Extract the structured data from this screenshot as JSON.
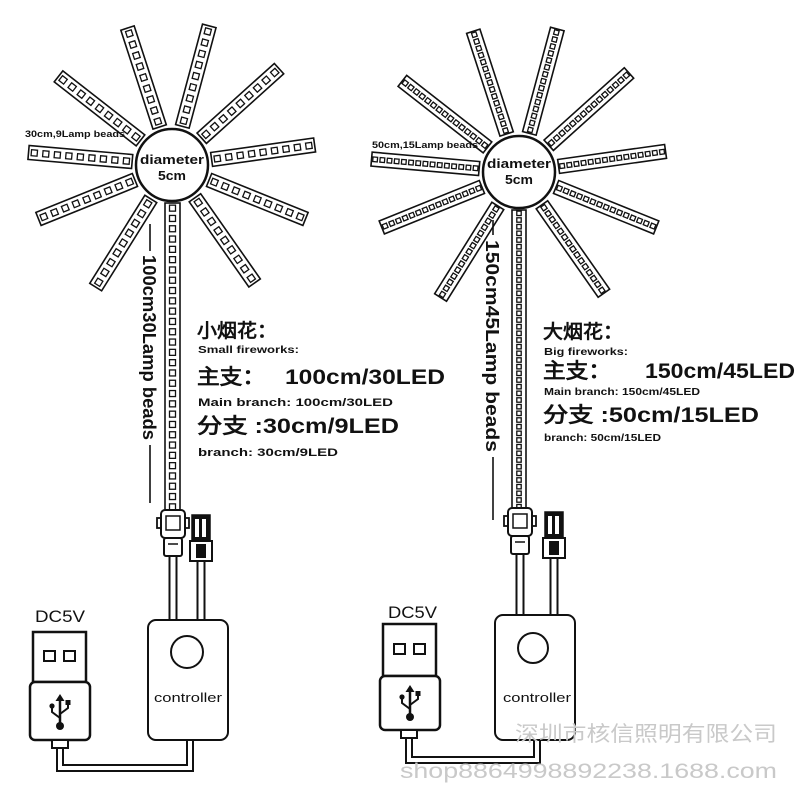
{
  "small_firework": {
    "branch_label": "30cm,9Lamp beads",
    "diameter_label": "diameter",
    "diameter_value": "5cm",
    "main_strip_label": "100cm30Lamp beads",
    "title_cn": "小烟花：",
    "title_en": "Small fireworks:",
    "main_cn_label": "主支：",
    "main_cn_value": "100cm/30LED",
    "main_en": "Main branch: 100cm/30LED",
    "branch_cn": "分支 :30cm/9LED",
    "branch_en": "branch: 30cm/9LED",
    "power_label": "DC5V",
    "controller_label": "controller"
  },
  "big_firework": {
    "branch_label": "50cm,15Lamp beads",
    "diameter_label": "diameter",
    "diameter_value": "5cm",
    "main_strip_label": "150cm45Lamp beads",
    "title_cn": "大烟花：",
    "title_en": "Big fireworks:",
    "main_cn_label": "主支：",
    "main_cn_value": "150cm/45LED",
    "main_en": "Main branch: 150cm/45LED",
    "branch_cn": "分支 :50cm/15LED",
    "branch_en": "branch: 50cm/15LED",
    "power_label": "DC5V",
    "controller_label": "controller"
  },
  "watermark": {
    "company": "深圳市核信照明有限公司",
    "shop": "shop8864998892238.1688.com"
  },
  "colors": {
    "line": "#111111",
    "fill": "#ffffff",
    "watermark": "#c9c9c9"
  },
  "icons": {
    "usb": "usb-icon",
    "controller_button": "controller-button-icon"
  }
}
